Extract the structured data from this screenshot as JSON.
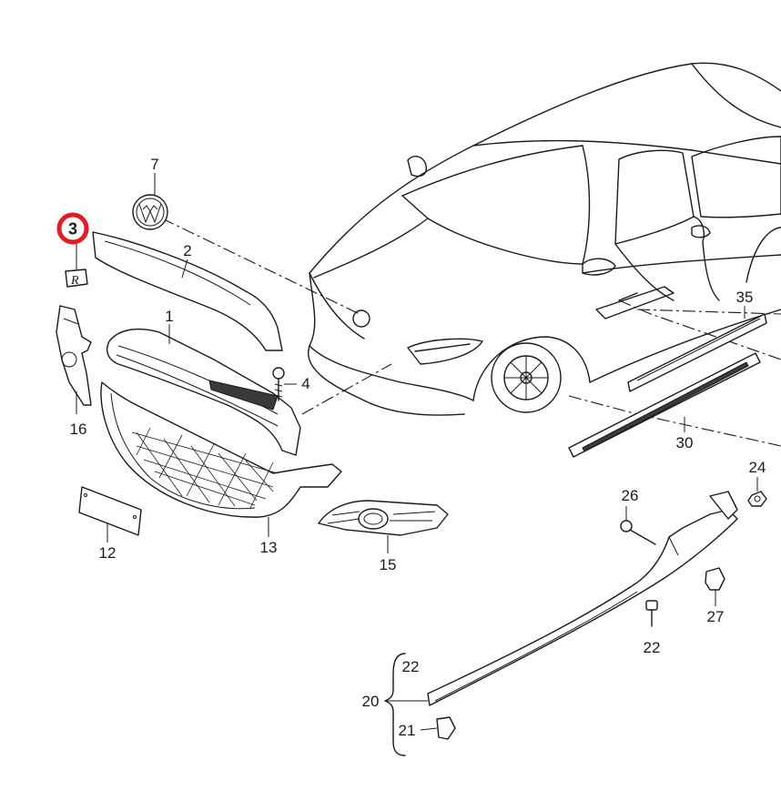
{
  "diagram": {
    "highlight_color": "#e31b23",
    "line_color": "#1a1a1a",
    "highlighted_part": "3",
    "callouts": [
      {
        "id": "c1",
        "label": "1"
      },
      {
        "id": "c2",
        "label": "2"
      },
      {
        "id": "c3",
        "label": "3"
      },
      {
        "id": "c4",
        "label": "4"
      },
      {
        "id": "c7",
        "label": "7"
      },
      {
        "id": "c12",
        "label": "12"
      },
      {
        "id": "c13",
        "label": "13"
      },
      {
        "id": "c15",
        "label": "15"
      },
      {
        "id": "c16",
        "label": "16"
      },
      {
        "id": "c20",
        "label": "20"
      },
      {
        "id": "c21",
        "label": "21"
      },
      {
        "id": "c22a",
        "label": "22"
      },
      {
        "id": "c22b",
        "label": "22"
      },
      {
        "id": "c24",
        "label": "24"
      },
      {
        "id": "c26",
        "label": "26"
      },
      {
        "id": "c27",
        "label": "27"
      },
      {
        "id": "c30",
        "label": "30"
      },
      {
        "id": "c35",
        "label": "35"
      }
    ]
  }
}
